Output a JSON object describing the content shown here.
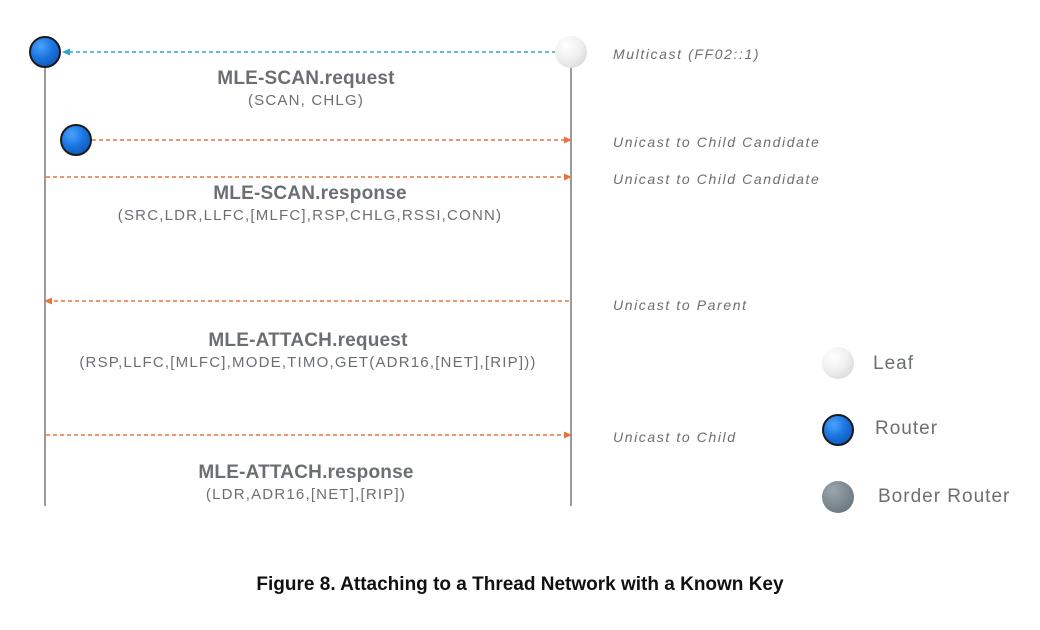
{
  "messages": [
    {
      "name": "MLE-SCAN.request",
      "params": "(SCAN, CHLG)"
    },
    {
      "name": "MLE-SCAN.response",
      "params": "(SRC,LDR,LLFC,[MLFC],RSP,CHLG,RSSI,CONN)"
    },
    {
      "name": "MLE-ATTACH.request",
      "params": "(RSP,LLFC,[MLFC],MODE,TIMO,GET(ADR16,[NET],[RIP]))"
    },
    {
      "name": "MLE-ATTACH.response",
      "params": "(LDR,ADR16,[NET],[RIP])"
    }
  ],
  "notes": {
    "multicast": "Multicast (FF02::1)",
    "unicast_candidate_1": "Unicast to Child Candidate",
    "unicast_candidate_2": "Unicast to Child Candidate",
    "unicast_parent": "Unicast to Parent",
    "unicast_child": "Unicast to Child"
  },
  "legend": {
    "leaf": "Leaf",
    "router": "Router",
    "border_router": "Border Router"
  },
  "colors": {
    "multicast_arrow": "#2aa7c9",
    "unicast_arrow": "#e8743b",
    "router": "#1b75e0",
    "leaf": "#eeeeee",
    "border_router": "#7d8990"
  },
  "caption": "Figure 8. Attaching to a Thread Network with a Known Key"
}
